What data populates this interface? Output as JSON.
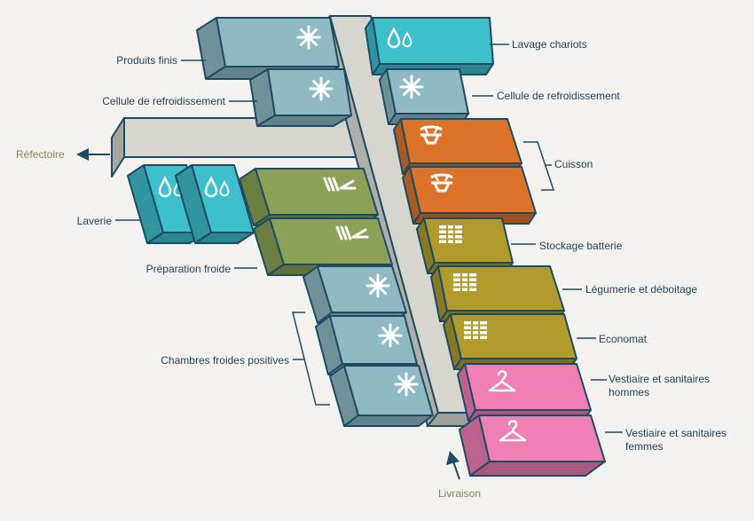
{
  "colors": {
    "frozen": "#8fbac3",
    "washing": "#3ebfcc",
    "cooking": "#dd7328",
    "storage": "#b09b2c",
    "cold_prep": "#8ca155",
    "locker": "#f07fb3",
    "corridor": "#d6d5ce",
    "outline": "#1d4b63",
    "label": "#1f3f5a",
    "external_label": "#8a8255",
    "background": "#f3f2ee"
  },
  "labels": {
    "produits_finis": "Produits finis",
    "cellule_gauche": "Cellule de refroidissement",
    "refectoire": "Réfectoire",
    "laverie": "Laverie",
    "preparation_froide": "Préparation froide",
    "chambres_froides": "Chambres froides positives",
    "lavage_chariots": "Lavage chariots",
    "cellule_droite": "Cellule de refroidissement",
    "cuisson": "Cuisson",
    "stockage_batterie": "Stockage batterie",
    "legumerie": "Légumerie et déboitage",
    "economat": "Economat",
    "vestiaire_hommes": "Vestiaire et sanitaires hommes",
    "vestiaire_femmes": "Vestiaire et sanitaires femmes",
    "livraison": "Livraison"
  },
  "rooms": [
    {
      "id": "produits-finis",
      "zone": "frozen",
      "icon": "snowflake-icon"
    },
    {
      "id": "cellule-refroidissement-gauche",
      "zone": "frozen",
      "icon": "snowflake-icon"
    },
    {
      "id": "laverie-1",
      "zone": "washing",
      "icon": "water-drops-icon"
    },
    {
      "id": "laverie-2",
      "zone": "washing",
      "icon": "water-drops-icon"
    },
    {
      "id": "preparation-froide-1",
      "zone": "cold_prep",
      "icon": "knife-icon"
    },
    {
      "id": "preparation-froide-2",
      "zone": "cold_prep",
      "icon": "knife-icon"
    },
    {
      "id": "chambre-froide-1",
      "zone": "frozen",
      "icon": "snowflake-icon"
    },
    {
      "id": "chambre-froide-2",
      "zone": "frozen",
      "icon": "snowflake-icon"
    },
    {
      "id": "chambre-froide-3",
      "zone": "frozen",
      "icon": "snowflake-icon"
    },
    {
      "id": "lavage-chariots",
      "zone": "washing",
      "icon": "water-drops-icon"
    },
    {
      "id": "cellule-refroidissement-droite",
      "zone": "frozen",
      "icon": "snowflake-icon"
    },
    {
      "id": "cuisson-1",
      "zone": "cooking",
      "icon": "steam-pot-icon"
    },
    {
      "id": "cuisson-2",
      "zone": "cooking",
      "icon": "steam-pot-icon"
    },
    {
      "id": "stockage-batterie",
      "zone": "storage",
      "icon": "shelves-icon"
    },
    {
      "id": "legumerie",
      "zone": "storage",
      "icon": "shelves-icon"
    },
    {
      "id": "economat",
      "zone": "storage",
      "icon": "shelves-icon"
    },
    {
      "id": "vestiaire-hommes",
      "zone": "locker",
      "icon": "hanger-icon"
    },
    {
      "id": "vestiaire-femmes",
      "zone": "locker",
      "icon": "hanger-icon"
    }
  ]
}
